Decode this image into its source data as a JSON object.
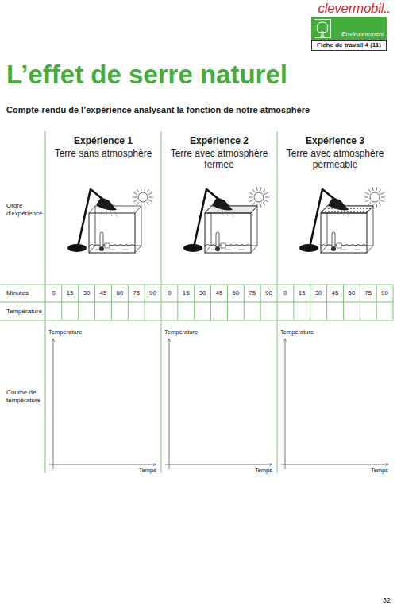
{
  "diagram": {
    "title": "L’effet de serre naturel",
    "nodes": [
      {
        "text": [
          "Environnement"
        ]
      },
      {
        "text": [
          "Fiche de travail 4 (11)"
        ]
      }
    ],
    "labels": [
      "clevermobil..",
      "Compte-rendu de l’expérience analysant la fonction de notre atmosphère",
      "Expérience 1",
      "Terre sans atmosphère",
      "Expérience 2",
      "Terre avec atmosphère fermée",
      "Expérience 3",
      "Terre avec atmosphère perméable",
      "Ordre d’expérience",
      "Minutes",
      "Température",
      "0",
      "15",
      "30",
      "45",
      "60",
      "75",
      "90",
      "0",
      "15",
      "30",
      "45",
      "60",
      "75",
      "90",
      "0",
      "15",
      "30",
      "45",
      "60",
      "75",
      "90",
      "Courbe de température",
      "Température",
      "Temps",
      "Température",
      "Temps",
      "Température",
      "Temps",
      "32"
    ]
  }
}
